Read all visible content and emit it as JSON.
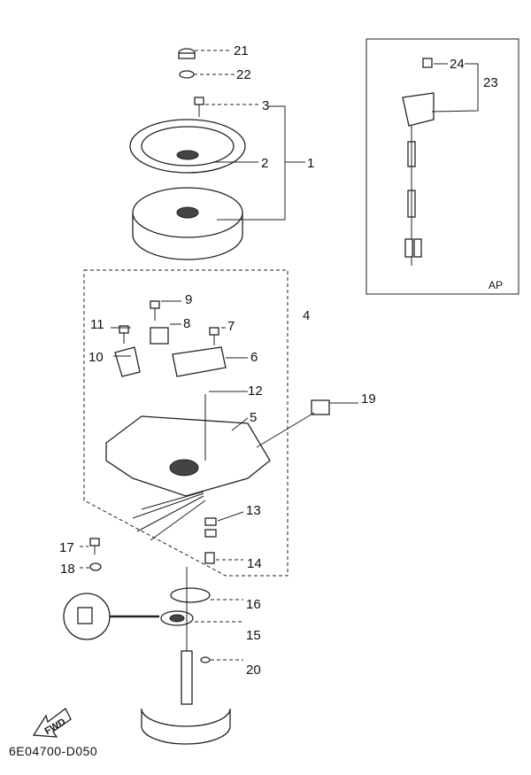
{
  "diagram": {
    "labels": {
      "p1": "1",
      "p2": "2",
      "p3": "3",
      "p4": "4",
      "p5": "5",
      "p6": "6",
      "p7": "7",
      "p8": "8",
      "p9": "9",
      "p10": "10",
      "p11": "11",
      "p12": "12",
      "p13": "13",
      "p14": "14",
      "p15": "15",
      "p16": "16",
      "p17": "17",
      "p18": "18",
      "p19": "19",
      "p20": "20",
      "p21": "21",
      "p22": "22",
      "p23": "23",
      "p24": "24"
    },
    "inset_tag": "AP",
    "fwd_label": "FWD",
    "drawing_code": "6E04700-D050"
  }
}
